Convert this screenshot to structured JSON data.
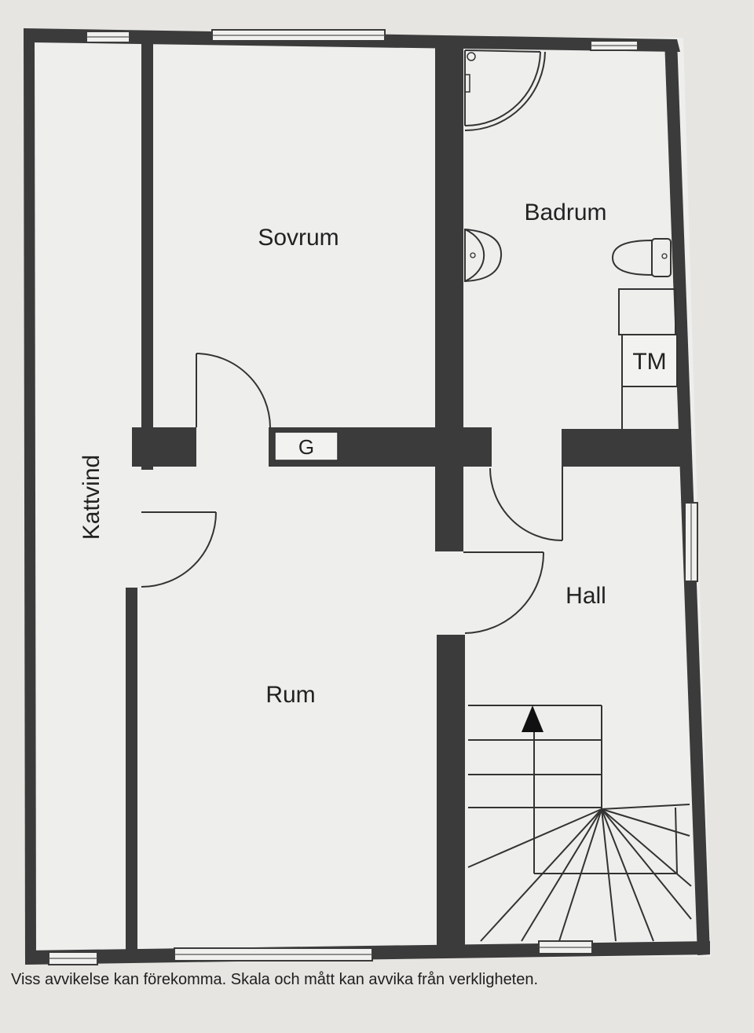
{
  "rooms": {
    "sovrum": "Sovrum",
    "badrum": "Badrum",
    "tm": "TM",
    "g": "G",
    "kattvind": "Kattvind",
    "rum": "Rum",
    "hall": "Hall"
  },
  "caption": "Viss avvikelse kan förekomma. Skala och mått kan avvika från verkligheten."
}
